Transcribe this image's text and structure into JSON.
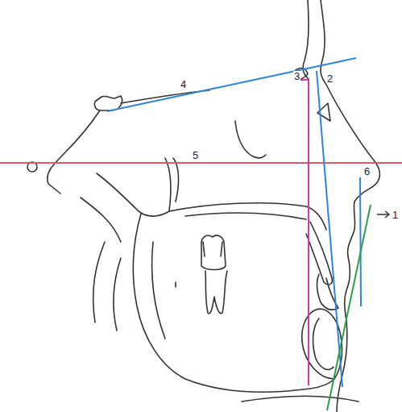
{
  "diagram": {
    "labels": [
      "4",
      "3",
      "2",
      "5",
      "6",
      "1"
    ]
  }
}
